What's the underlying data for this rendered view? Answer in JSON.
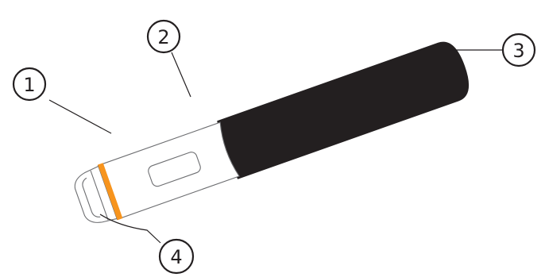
{
  "callouts": [
    {
      "id": "1",
      "label": "1"
    },
    {
      "id": "2",
      "label": "2"
    },
    {
      "id": "3",
      "label": "3"
    },
    {
      "id": "4",
      "label": "4"
    }
  ],
  "colors": {
    "cap_band": "#f7941d",
    "body_dark": "#231f20",
    "outline": "#6d6e71",
    "callout_stroke": "#231f20"
  }
}
